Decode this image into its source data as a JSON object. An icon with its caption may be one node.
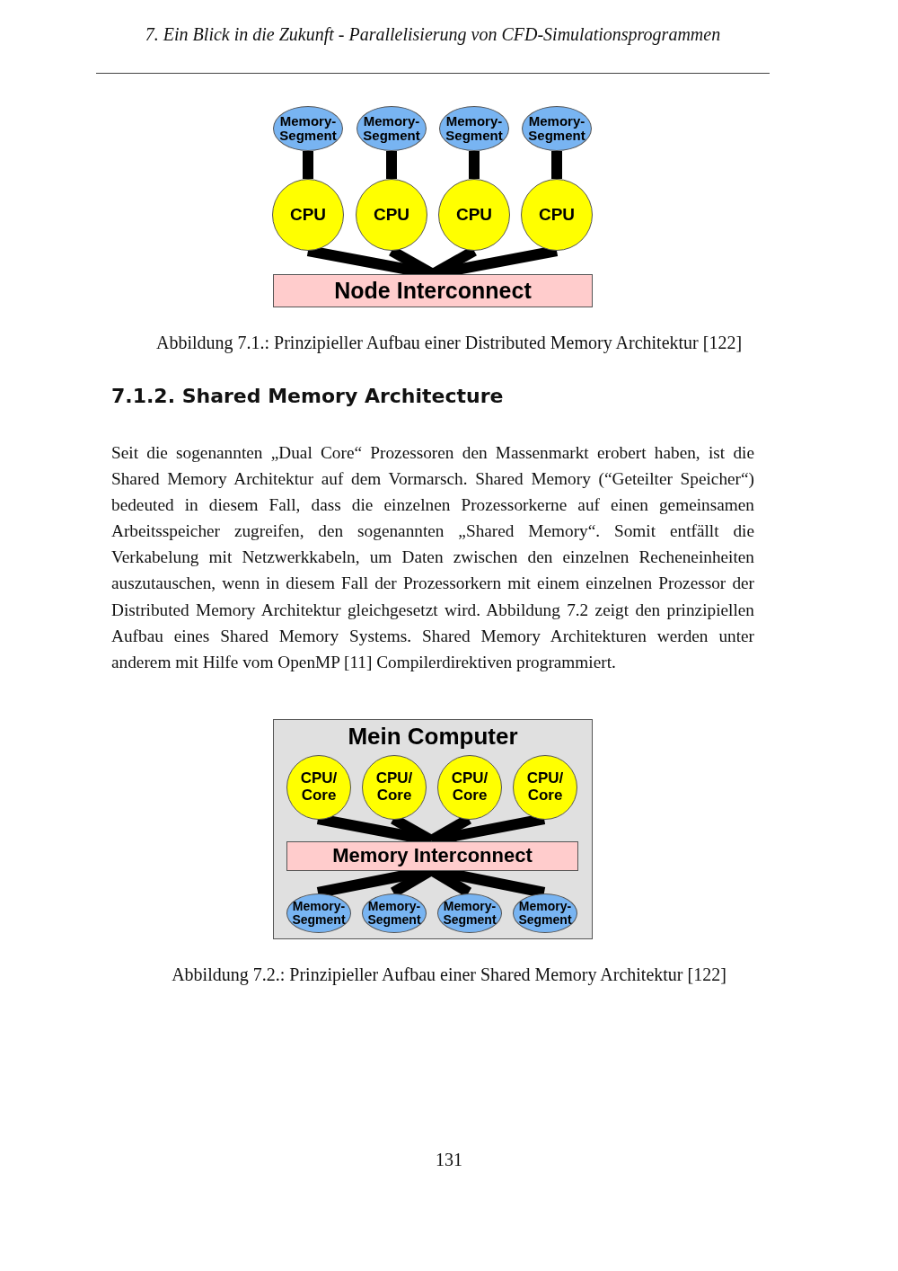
{
  "diagram": {
    "nodes": [
      {
        "text": [
          "Memory- Segment"
        ]
      },
      {
        "text": [
          "Memory- Segment"
        ]
      },
      {
        "text": [
          "Memory- Segment"
        ]
      },
      {
        "text": [
          "Memory- Segment"
        ]
      },
      {
        "text": [
          "CPU"
        ]
      },
      {
        "text": [
          "CPU"
        ]
      },
      {
        "text": [
          "CPU"
        ]
      },
      {
        "text": [
          "CPU"
        ]
      },
      {
        "text": [
          "Node Interconnect"
        ]
      },
      {
        "text": [
          "Mein Computer"
        ]
      },
      {
        "text": [
          "CPU/ Core"
        ],
        "in": 9
      },
      {
        "text": [
          "CPU/ Core"
        ],
        "in": 9
      },
      {
        "text": [
          "CPU/ Core"
        ],
        "in": 9
      },
      {
        "text": [
          "CPU/ Core"
        ],
        "in": 9
      },
      {
        "text": [
          "Memory Interconnect"
        ],
        "in": 9
      },
      {
        "text": [
          "Memory- Segment"
        ],
        "in": 9
      },
      {
        "text": [
          "Memory- Segment"
        ],
        "in": 9
      },
      {
        "text": [
          "Memory- Segment"
        ],
        "in": 9
      },
      {
        "text": [
          "Memory- Segment"
        ],
        "in": 9
      }
    ],
    "edges": [
      {
        "from": 0,
        "to": 4,
        "arrow": "none"
      },
      {
        "from": 1,
        "to": 5,
        "arrow": "none"
      },
      {
        "from": 2,
        "to": 6,
        "arrow": "none"
      },
      {
        "from": 3,
        "to": 7,
        "arrow": "none"
      },
      {
        "from": 4,
        "to": 8,
        "arrow": "none"
      },
      {
        "from": 5,
        "to": 8,
        "arrow": "none"
      },
      {
        "from": 6,
        "to": 8,
        "arrow": "none"
      },
      {
        "from": 7,
        "to": 8,
        "arrow": "none"
      },
      {
        "from": 10,
        "to": 14,
        "arrow": "none"
      },
      {
        "from": 11,
        "to": 14,
        "arrow": "none"
      },
      {
        "from": 12,
        "to": 14,
        "arrow": "none"
      },
      {
        "from": 13,
        "to": 14,
        "arrow": "none"
      },
      {
        "from": 14,
        "to": 15,
        "arrow": "none"
      },
      {
        "from": 14,
        "to": 16,
        "arrow": "none"
      },
      {
        "from": 14,
        "to": 17,
        "arrow": "none"
      },
      {
        "from": 14,
        "to": 18,
        "arrow": "none"
      }
    ],
    "labels": [
      "7. Ein Blick in die Zukunft - Parallelisierung von CFD-Simulationsprogrammen",
      "Abbildung 7.1.: Prinzipieller Aufbau einer Distributed Memory Architektur [122]",
      "7.1.2. Shared Memory Architecture",
      "Seit die sogenannten „Dual Core“ Prozessoren den Massenmarkt erobert haben, ist die Shared Memory Architektur auf dem Vormarsch. Shared Memory (“Geteilter Speicher“) bedeuted in diesem Fall, dass die einzelnen Prozessorkerne auf einen gemeinsamen Arbeitsspeicher zugreifen, den sogenannten „Shared Memory“. Somit entfällt die Verkabelung mit Netzwerkkabeln, um Daten zwischen den einzelnen Recheneinheiten auszutauschen, wenn in diesem Fall der Prozessorkern mit einem einzelnen Prozessor der Distributed Memory Architektur gleichgesetzt wird. Abbildung 7.2 zeigt den prinzipiellen Aufbau eines Shared Memory Systems. Shared Memory Architekturen werden unter anderem mit Hilfe vom OpenMP [11] Compilerdirektiven programmiert.",
      "Abbildung 7.2.: Prinzipieller Aufbau einer Shared Memory Architektur [122]",
      "131"
    ]
  }
}
